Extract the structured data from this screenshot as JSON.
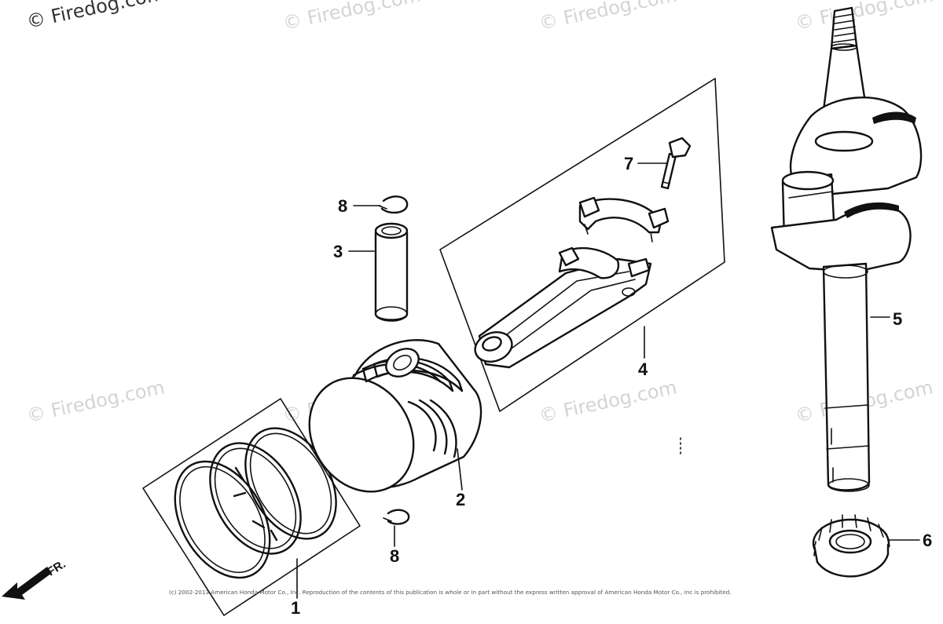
{
  "watermark_text": "© Firedog.com",
  "copyright": "(c) 2002-2013 American Honda Motor Co., Inc. Reproduction of the contents of this publication is whole or in part without the express written approval of American Honda Motor Co., Inc is prohibited.",
  "front_label": "FR.",
  "callouts": {
    "c1": "1",
    "c2": "2",
    "c3": "3",
    "c4": "4",
    "c5": "5",
    "c6": "6",
    "c7": "7",
    "c8a": "8",
    "c8b": "8"
  }
}
